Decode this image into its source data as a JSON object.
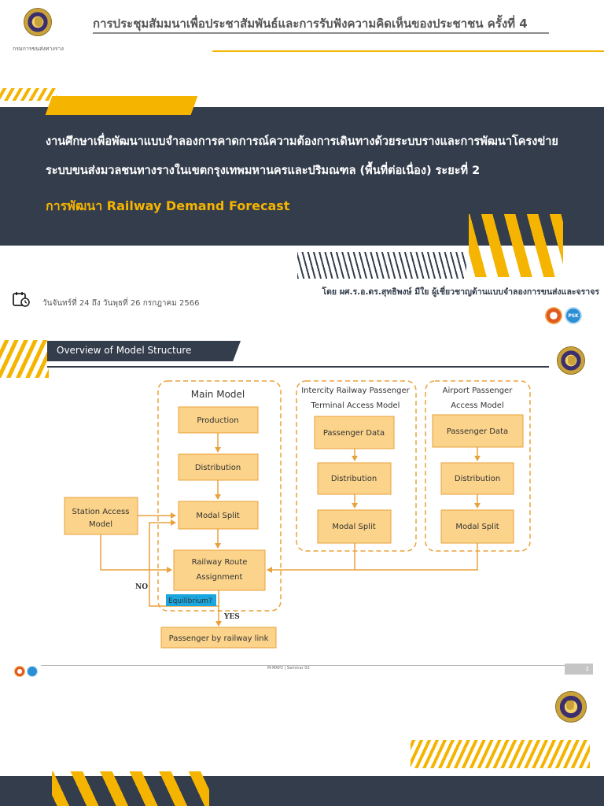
{
  "header": {
    "org_caption": "กรมการขนส่งทางราง",
    "meeting_title": "การประชุมสัมมนาเพื่อประชาสัมพันธ์และการรับฟังความคิดเห็นของประชาชน ครั้งที่ 4"
  },
  "banner": {
    "title_line1": "งานศึกษาเพื่อพัฒนาแบบจำลองการคาดการณ์ความต้องการเดินทางด้วยระบบรางและการพัฒนาโครงข่าย",
    "title_line2": "ระบบขนส่งมวลชนทางรางในเขตกรุงเทพมหานครและปริมณฑล (พื้นที่ต่อเนื่อง) ระยะที่ 2",
    "subtitle": "การพัฒนา Railway Demand Forecast"
  },
  "presenter": "โดย ผศ.ร.อ.ดร.สุทธิพงษ์ มีใย ผู้เชี่ยวชาญด้านแบบจำลองการขนส่งและจราจร",
  "date_text": "วันจันทร์ที่ 24 ถึง วันพุธที่ 26 กรกฎาคม 2566",
  "logos": {
    "psk": "PSK"
  },
  "slide": {
    "section_title": "Overview of Model Structure",
    "footer_text": "M-MAP2 | Seminar 02",
    "page_number": "2"
  },
  "diagram": {
    "main_model": {
      "title": "Main Model",
      "production": "Production",
      "distribution": "Distribution",
      "modal_split": "Modal Split",
      "route_line1": "Railway Route",
      "route_line2": "Assignment"
    },
    "station_access": {
      "line1": "Station Access",
      "line2": "Model"
    },
    "intercity": {
      "title_line1": "Intercity Railway Passenger",
      "title_line2": "Terminal Access Model",
      "passenger_data": "Passenger Data",
      "distribution": "Distribution",
      "modal_split": "Modal Split"
    },
    "airport": {
      "title_line1": "Airport Passenger",
      "title_line2": "Access Model",
      "passenger_data": "Passenger Data",
      "distribution": "Distribution",
      "modal_split": "Modal Split"
    },
    "equilibrium": "Equilibrium?",
    "no_label": "NO",
    "yes_label": "YES",
    "output": "Passenger by railway link"
  },
  "colors": {
    "navy": "#343d4c",
    "gold": "#f5b400",
    "box_fill": "#fbd38a",
    "box_stroke": "#e9a23b",
    "cyan": "#1aa7e0"
  }
}
